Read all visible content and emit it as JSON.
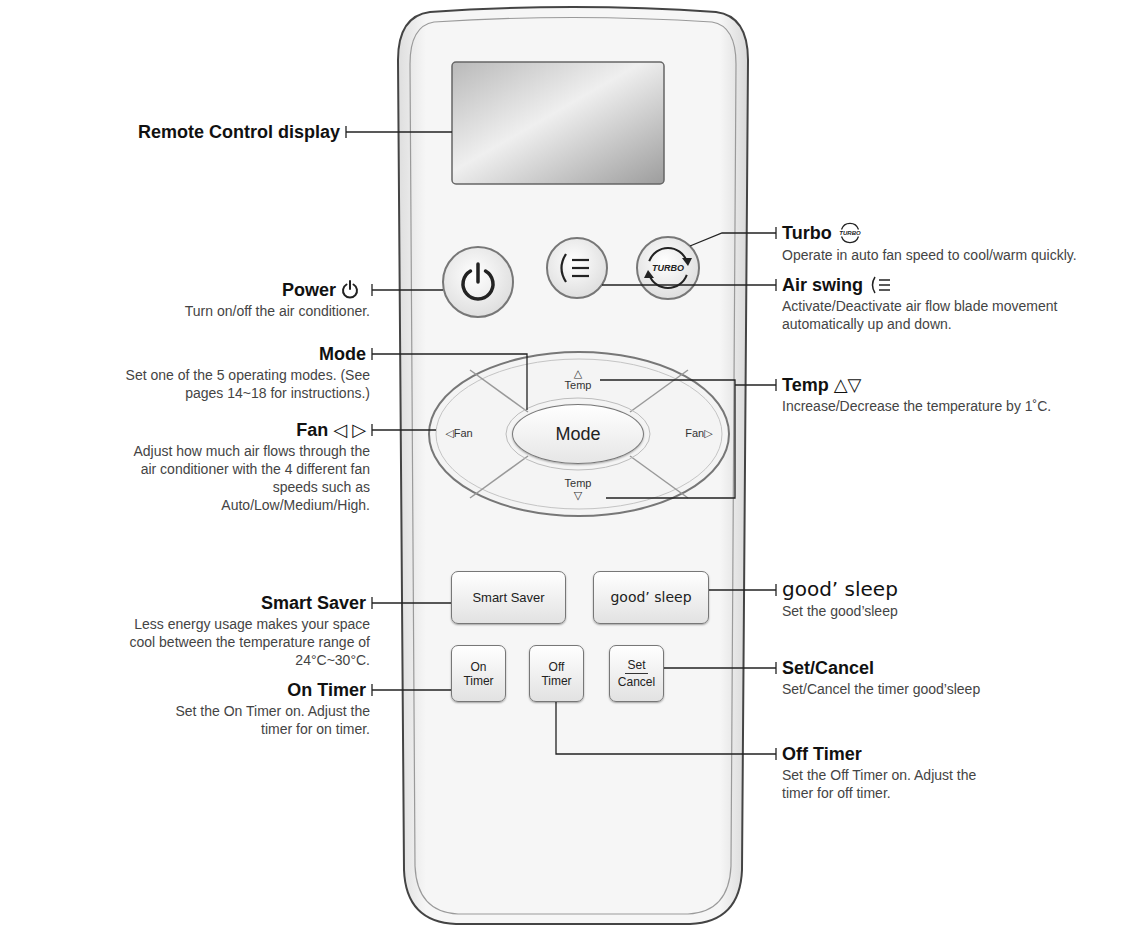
{
  "diagram": {
    "nodes": [
      {
        "text": [
          "TURBO"
        ]
      },
      {
        "text": [
          "△ Temp"
        ]
      },
      {
        "text": [
          "◁Fan"
        ]
      },
      {
        "text": [
          "Mode"
        ]
      },
      {
        "text": [
          "Fan▷"
        ]
      },
      {
        "text": [
          "Temp ▽"
        ]
      },
      {
        "text": [
          "Smart Saver"
        ]
      },
      {
        "text": [
          "good’ sleep"
        ]
      },
      {
        "text": [
          "On Timer"
        ]
      },
      {
        "text": [
          "Off Timer"
        ]
      },
      {
        "text": [
          "Set",
          "Cancel"
        ]
      }
    ],
    "labels": [
      "Remote Control display",
      "Power",
      "Turn on/off the air conditioner.",
      "Mode",
      "Set one of the 5 operating modes. (See pages 14~18 for instructions.)",
      "Fan ◁ ▷",
      "Adjust how much air flows through the air conditioner with the 4 different fan speeds such as Auto/Low/Medium/High.",
      "Smart Saver",
      "Less energy usage makes your space cool between the temperature range of 24°C~30°C.",
      "On Timer",
      "Set the On Timer on. Adjust the timer for on timer.",
      "Turbo",
      "TURBO",
      "Operate in auto fan speed to cool/warm quickly.",
      "Air swing",
      "Activate/Deactivate air flow blade movement automatically up and down.",
      "Temp △▽",
      "Increase/Decrease the temperature by 1˚C.",
      "good’ sleep",
      "Set the good’sleep",
      "Set/Cancel",
      "Set/Cancel the timer good’sleep",
      "Off Timer",
      "Set the Off Timer on. Adjust the timer for off timer."
    ]
  }
}
